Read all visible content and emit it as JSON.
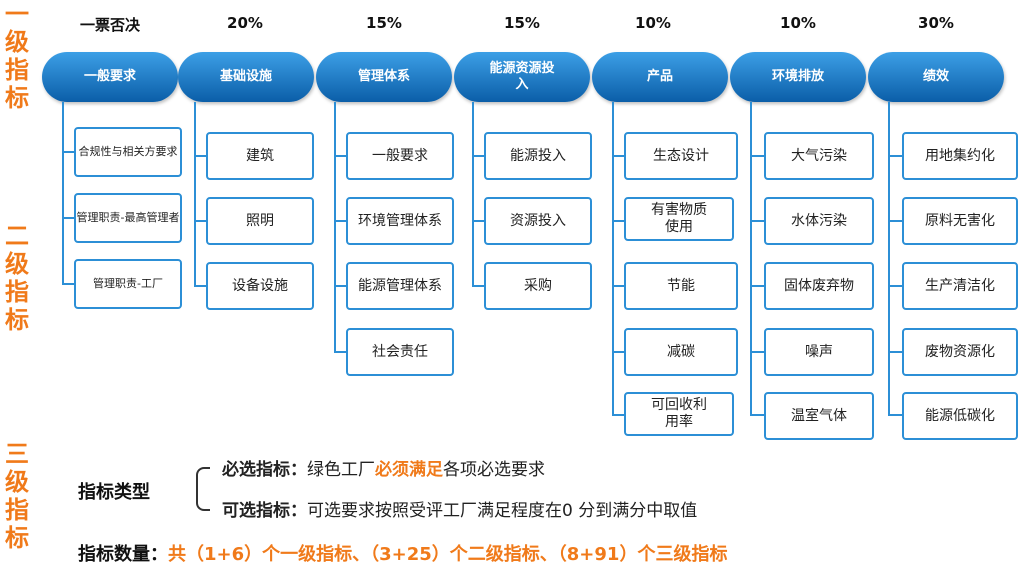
{
  "side_labels": {
    "level1": [
      "一",
      "级",
      "指",
      "标"
    ],
    "level2": [
      "二",
      "级",
      "指",
      "标"
    ],
    "level3": [
      "三",
      "级",
      "指",
      "标"
    ]
  },
  "columns": [
    {
      "weight": "一票否决",
      "title": "一般要求",
      "items": [
        "合规性与相关方要求",
        "管理职责-最高管理者",
        "管理职责-工厂"
      ]
    },
    {
      "weight": "20%",
      "title": "基础设施",
      "items": [
        "建筑",
        "照明",
        "设备设施"
      ]
    },
    {
      "weight": "15%",
      "title": "管理体系",
      "items": [
        "一般要求",
        "环境管理体系",
        "能源管理体系",
        "社会责任"
      ]
    },
    {
      "weight": "15%",
      "title": "能源资源投入",
      "items": [
        "能源投入",
        "资源投入",
        "采购"
      ]
    },
    {
      "weight": "10%",
      "title": "产品",
      "items": [
        "生态设计",
        "有害物质使用",
        "节能",
        "减碳",
        "可回收利用率"
      ]
    },
    {
      "weight": "10%",
      "title": "环境排放",
      "items": [
        "大气污染",
        "水体污染",
        "固体废弃物",
        "噪声",
        "温室气体"
      ]
    },
    {
      "weight": "30%",
      "title": "绩效",
      "items": [
        "用地集约化",
        "原料无害化",
        "生产清洁化",
        "废物资源化",
        "能源低碳化"
      ]
    }
  ],
  "legend": {
    "type_label": "指标类型",
    "required_label": "必选指标：",
    "required_text_a": "绿色工厂",
    "required_text_em": "必须满足",
    "required_text_b": "各项必选要求",
    "optional_label": "可选指标：",
    "optional_text": "可选要求按照受评工厂满足程度在0 分到满分中取值",
    "count_label": "指标数量：",
    "count_text": "共（1+6）个一级指标、（3+25）个二级指标、（8+91）个三级指标"
  },
  "colors": {
    "accent": "#f07a1a",
    "node_blue": "#0b5ea8",
    "line_blue": "#2c8fd6"
  }
}
